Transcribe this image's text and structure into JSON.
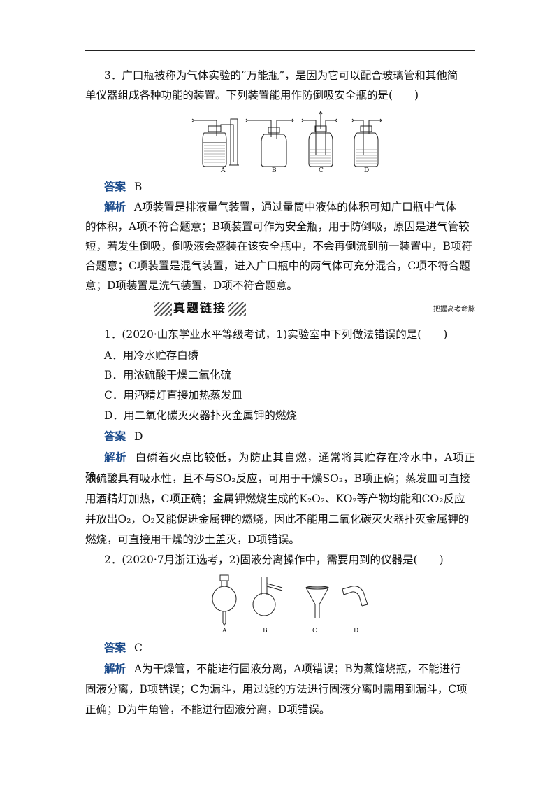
{
  "q3": {
    "line1": "3．广口瓶被称为气体实验的“万能瓶”，是因为它可以配合玻璃管和其他简",
    "line2": "单仪器组成各种功能的装置。下列装置能用作防倒吸安全瓶的是(　　)",
    "labels": [
      "A",
      "B",
      "C",
      "D"
    ],
    "answer_label": "答案",
    "answer_value": "B",
    "analysis_label": "解析",
    "analysis_lines": [
      "A项装置是排液量气装置，通过量筒中液体的体积可知广口瓶中气体",
      "的体积，A项不符合题意；B项装置可作为安全瓶，用于防倒吸，原因是进气管较",
      "短，若发生倒吸，倒吸液会盛装在该安全瓶中，不会再倒流到前一装置中，B项符",
      "合题意；C项装置是混气装置，进入广口瓶中的两气体可充分混合，C项不符合题",
      "意；D项装置是洗气装置，D项不符合题意。"
    ]
  },
  "section": {
    "title": "真题链接",
    "subtitle": "把握高考命脉"
  },
  "q1": {
    "stem": "1．(2020·山东学业水平等级考试，1)实验室中下列做法错误的是(　　)",
    "options": [
      "A．用冷水贮存白磷",
      "B．用浓硫酸干燥二氧化硫",
      "C．用酒精灯直接加热蒸发皿",
      "D．用二氧化碳灭火器扑灭金属钾的燃烧"
    ],
    "answer_label": "答案",
    "answer_value": "D",
    "analysis_label": "解析",
    "analysis_lines": [
      "白磷着火点比较低，为防止其自燃，通常将其贮存在冷水中，A项正确；",
      "浓硫酸具有吸水性，且不与SO₂反应，可用于干燥SO₂，B项正确；蒸发皿可直接",
      "用酒精灯加热，C项正确；金属钾燃烧生成的K₂O₂、KO₂等产物均能和CO₂反应",
      "并放出O₂，O₂又能促进金属钾的燃烧，因此不能用二氧化碳灭火器扑灭金属钾的",
      "燃烧，可直接用干燥的沙土盖灭，D项错误。"
    ]
  },
  "q2": {
    "stem": "2．(2020·7月浙江选考，2)固液分离操作中，需要用到的仪器是(　　)",
    "labels": [
      "A",
      "B",
      "C",
      "D"
    ],
    "answer_label": "答案",
    "answer_value": "C",
    "analysis_label": "解析",
    "analysis_lines": [
      "A为干燥管，不能进行固液分离，A项错误；B为蒸馏烧瓶，不能进行",
      "固液分离，B项错误；C为漏斗，用过滤的方法进行固液分离时需用到漏斗，C项",
      "正确；D为牛角管，不能进行固液分离，D项错误。"
    ]
  }
}
